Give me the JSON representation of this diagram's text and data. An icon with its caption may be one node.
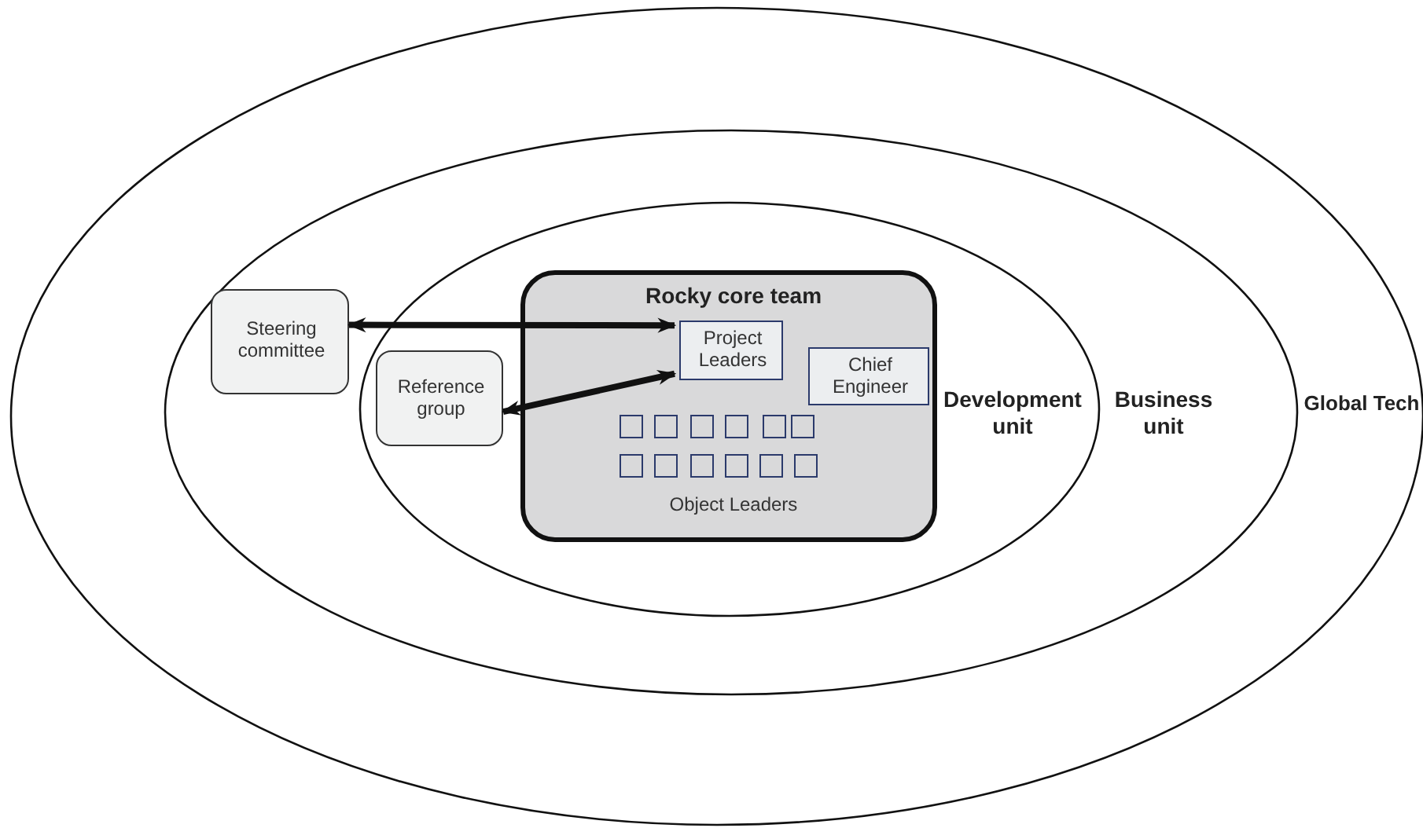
{
  "diagram": {
    "nodes": [
      {
        "text": [
          "Global Tech"
        ]
      },
      {
        "text": [
          "Business unit"
        ],
        "in": 0
      },
      {
        "text": [
          "Development unit"
        ],
        "in": 1
      },
      {
        "text": [
          "Steering committee"
        ],
        "in": 1
      },
      {
        "text": [
          "Reference group"
        ],
        "in": 2
      },
      {
        "text": [
          "Rocky core team",
          "Object Leaders"
        ],
        "in": 2
      },
      {
        "text": [
          "Project Leaders"
        ],
        "in": 5
      },
      {
        "text": [
          "Chief Engineer"
        ],
        "in": 5
      },
      {
        "text": [],
        "shape": "box",
        "in": 5
      },
      {
        "text": [],
        "shape": "box",
        "in": 5
      },
      {
        "text": [],
        "shape": "box",
        "in": 5
      },
      {
        "text": [],
        "shape": "box",
        "in": 5
      },
      {
        "text": [],
        "shape": "box",
        "in": 5
      },
      {
        "text": [],
        "shape": "box",
        "in": 5
      },
      {
        "text": [],
        "shape": "box",
        "in": 5
      },
      {
        "text": [],
        "shape": "box",
        "in": 5
      },
      {
        "text": [],
        "shape": "box",
        "in": 5
      },
      {
        "text": [],
        "shape": "box",
        "in": 5
      },
      {
        "text": [],
        "shape": "box",
        "in": 5
      },
      {
        "text": [],
        "shape": "box",
        "in": 5
      }
    ],
    "edges": [
      {
        "from": 3,
        "to": 6,
        "arrow": "both"
      },
      {
        "from": 4,
        "to": 6,
        "arrow": "both"
      }
    ]
  }
}
